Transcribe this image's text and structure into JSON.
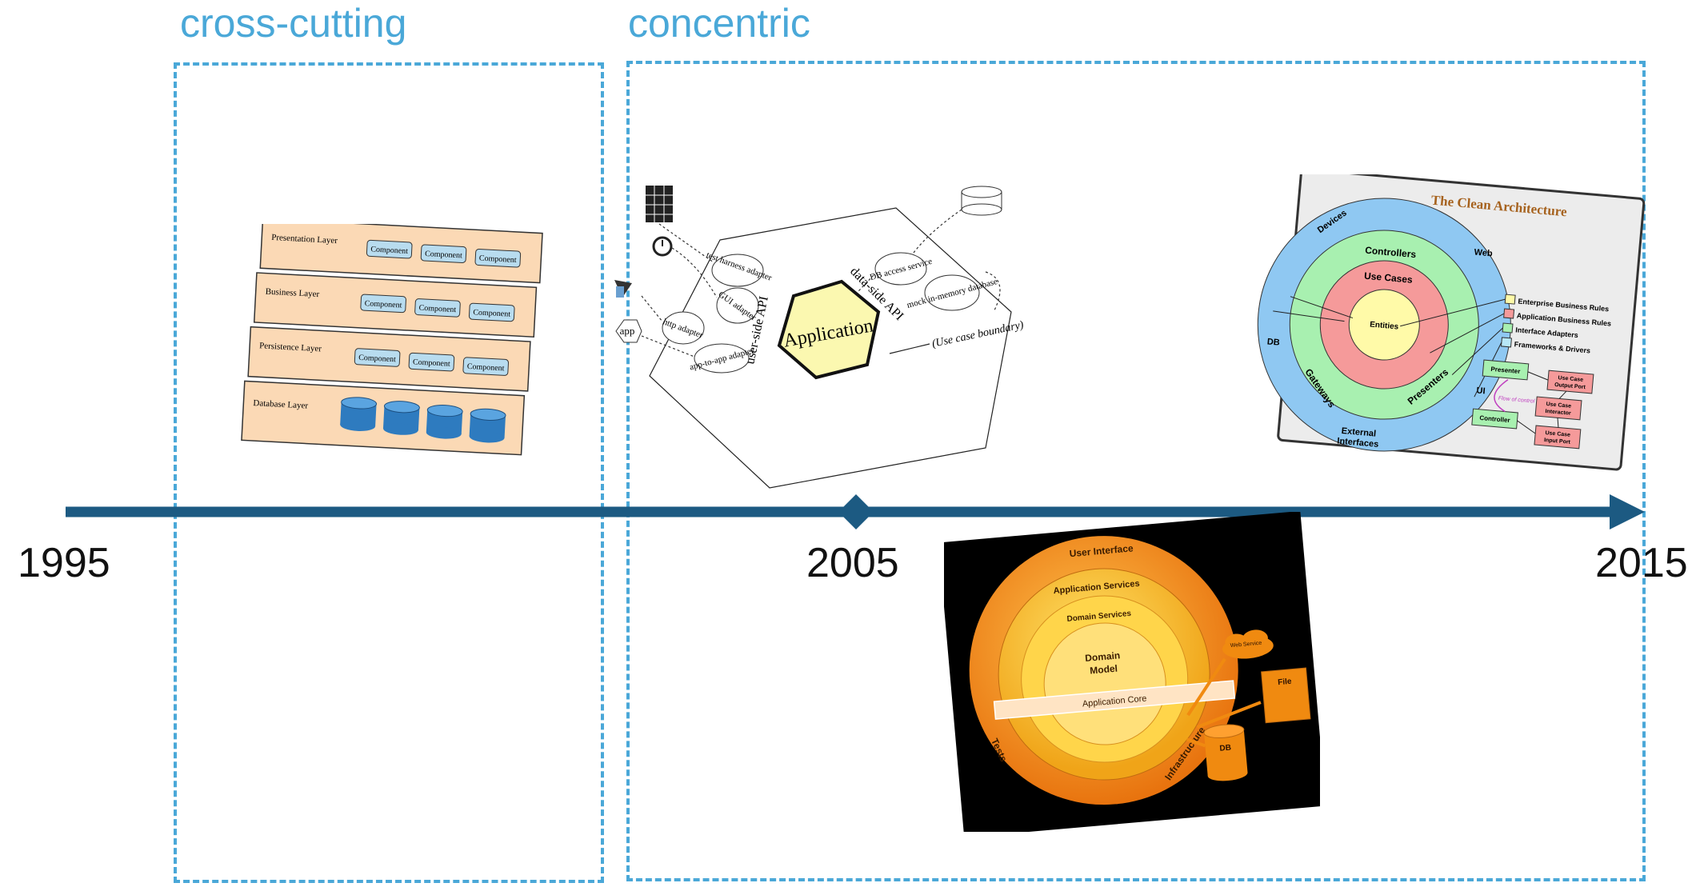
{
  "groups": [
    {
      "label": "cross-cutting"
    },
    {
      "label": "concentric"
    }
  ],
  "timeline": {
    "years": [
      "1995",
      "2005",
      "2015"
    ]
  },
  "layered": {
    "layers": [
      {
        "name": "Presentation Layer",
        "items": [
          "Component",
          "Component",
          "Component"
        ]
      },
      {
        "name": "Business Layer",
        "items": [
          "Component",
          "Component",
          "Component"
        ]
      },
      {
        "name": "Persistence Layer",
        "items": [
          "Component",
          "Component",
          "Component"
        ]
      },
      {
        "name": "Database Layer",
        "items": []
      }
    ],
    "fill": "#fbd9b5",
    "component_fill": "#b8dcef"
  },
  "hexagonal": {
    "center": "Application",
    "user_api": "user-side API",
    "data_api": "data-side API",
    "boundary": "(Use case boundary)",
    "adapters": [
      "test harness adapter",
      "GUI adapter",
      "http adapter",
      "app-to-app adapter",
      "DB access service",
      "mock in-memory database"
    ],
    "app": "app"
  },
  "onion": {
    "ui": "User Interface",
    "app_services": "Application Services",
    "domain_services": "Domain Services",
    "domain_model_1": "Domain",
    "domain_model_2": "Model",
    "core": "Application Core",
    "tests": "Tests",
    "infra": "Infrastructure",
    "web_service": "Web Service",
    "file": "File",
    "db": "DB"
  },
  "clean": {
    "title": "The Clean Architecture",
    "rings": {
      "devices": "Devices",
      "web": "Web",
      "db": "DB",
      "ui": "UI",
      "ext1": "External",
      "ext2": "Interfaces",
      "controllers": "Controllers",
      "gateways": "Gateways",
      "presenters": "Presenters",
      "use_cases": "Use Cases",
      "entities": "Entities"
    },
    "legend": [
      "Enterprise Business Rules",
      "Application Business Rules",
      "Interface Adapters",
      "Frameworks & Drivers"
    ],
    "flow": {
      "presenter": "Presenter",
      "controller": "Controller",
      "output_port_1": "Use Case",
      "output_port_2": "Output Port",
      "interactor_1": "Use Case",
      "interactor_2": "Interactor",
      "input_port_1": "Use Case",
      "input_port_2": "Input Port",
      "flow_of_control": "Flow of control"
    },
    "colors": {
      "blue": "#8fc8f2",
      "green": "#a8f0b0",
      "red": "#f59a9a",
      "yellow": "#fffaa8"
    }
  }
}
